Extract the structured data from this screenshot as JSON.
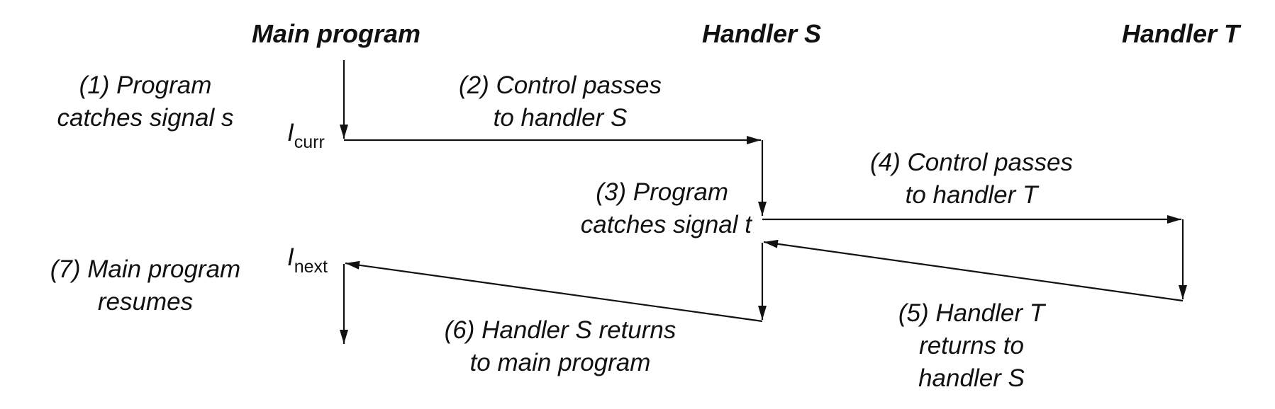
{
  "headers": {
    "main": "Main program",
    "handler_s": "Handler S",
    "handler_t": "Handler T"
  },
  "steps": {
    "s1": [
      "(1) Program",
      "catches signal s"
    ],
    "s2": [
      "(2) Control passes",
      "to handler S"
    ],
    "s3": [
      "(3) Program",
      "catches signal t"
    ],
    "s4": [
      "(4) Control passes",
      "to handler T"
    ],
    "s5": [
      "(5) Handler T",
      "returns to",
      "handler S"
    ],
    "s6": [
      "(6) Handler S returns",
      "to main program"
    ],
    "s7": [
      "(7) Main program",
      "resumes"
    ]
  },
  "instructions": {
    "curr": {
      "main": "I",
      "sub": "curr"
    },
    "next": {
      "main": "I",
      "sub": "next"
    }
  },
  "colors": {
    "stroke": "#111111",
    "background": "#ffffff"
  }
}
